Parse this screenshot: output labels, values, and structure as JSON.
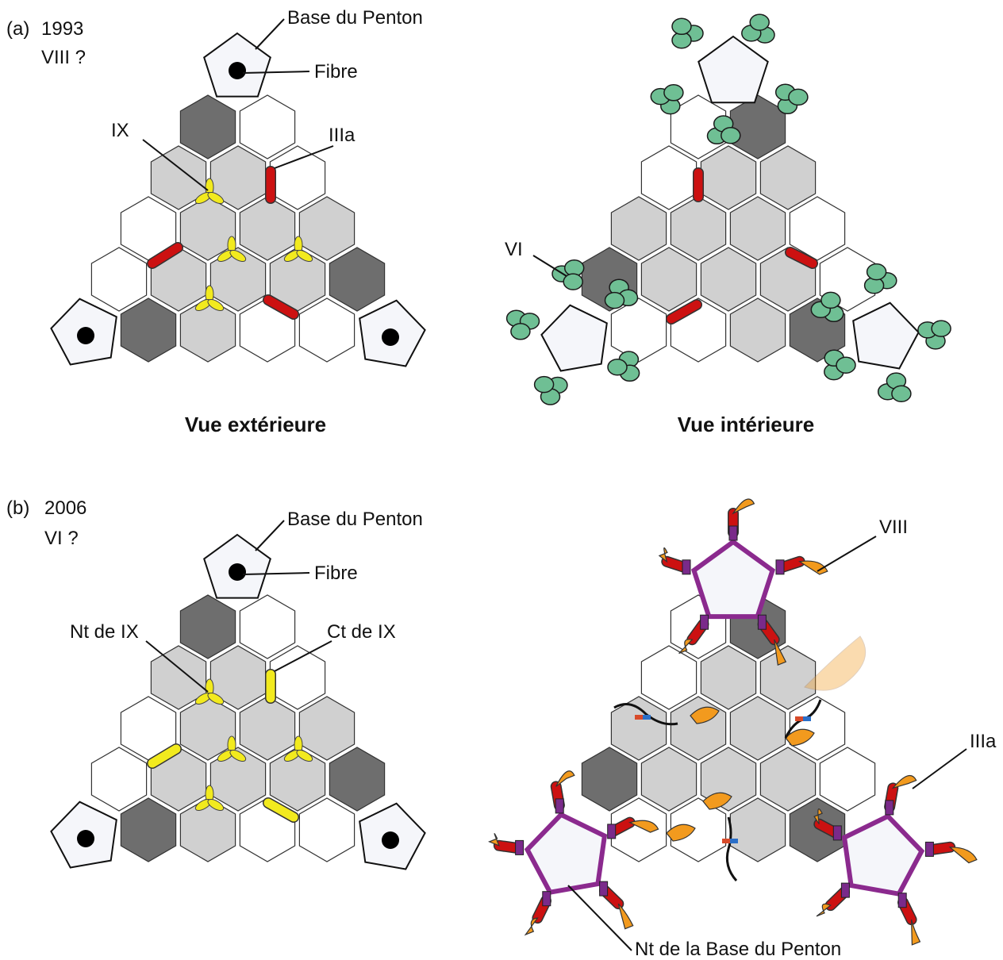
{
  "panel_a": {
    "tag": "(a)",
    "year": "1993",
    "question": "VIII ?",
    "exterior": {
      "penton_base_label": "Base du Penton",
      "fiber_label": "Fibre",
      "ix_label": "IX",
      "iiia_label": "IIIa",
      "caption": "Vue extérieure"
    },
    "interior": {
      "vi_label": "VI",
      "caption": "Vue intérieure"
    }
  },
  "panel_b": {
    "tag": "(b)",
    "year": "2006",
    "question": "VI ?",
    "exterior": {
      "penton_base_label": "Base du Penton",
      "fiber_label": "Fibre",
      "nt_ix_label": "Nt de IX",
      "ct_ix_label": "Ct de IX"
    },
    "interior": {
      "viii_label": "VIII",
      "iiia_label": "IIIa",
      "nt_penton_label": "Nt de la Base du Penton"
    }
  },
  "colors": {
    "hexon_dark": "#6e6e6e",
    "hexon_light": "#d0d0d0",
    "hexon_white": "#ffffff",
    "penton_fill": "#f5f6fa",
    "protein_ix": "#f2ea1e",
    "protein_iiia": "#cc1111",
    "protein_vi": "#6fbf94",
    "protein_viii": "#f29a1e",
    "penton_ring": "#8b2a8e",
    "penton_nt": "#7a2a8a",
    "linker_red": "#d84b2a",
    "linker_blue": "#2a6fc8"
  },
  "icons": [
    "penton-pentagon-icon",
    "fiber-dot-icon",
    "protein-ix-trimer-icon",
    "protein-iiia-bar-icon",
    "protein-vi-cluster-icon",
    "protein-viii-icon"
  ]
}
